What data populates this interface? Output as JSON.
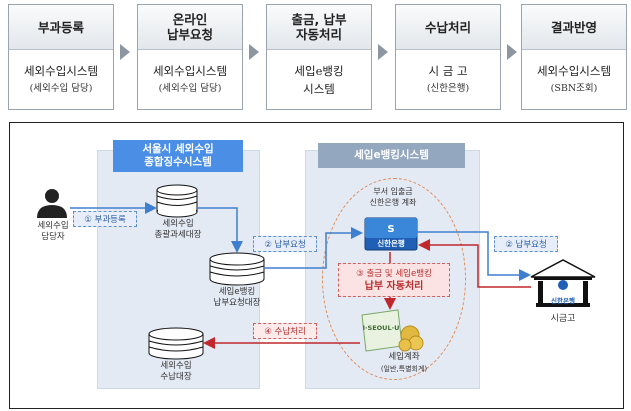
{
  "steps": [
    {
      "title": "부과등록",
      "body": "세외수입시스템",
      "sub": "(세외수입 담당)"
    },
    {
      "title": "온라인\n납부요청",
      "body": "세외수입시스템",
      "sub": "(세외수입 담당)"
    },
    {
      "title": "출금, 납부\n자동처리",
      "body": "세입e뱅킹\n시스템",
      "sub": ""
    },
    {
      "title": "수납처리",
      "body": "시 금 고",
      "sub": "(신한은행)"
    },
    {
      "title": "결과반영",
      "body": "세외수입시스템",
      "sub": "(SBN조회)"
    }
  ],
  "diagram": {
    "left_panel_title": "서울시 세외수입\n종합징수시스템",
    "right_panel_title": "세입e뱅킹시스템",
    "actor_label": "세외수입\n담당자",
    "db1_label": "세외수입\n총괄과세대장",
    "db2_label": "세입e뱅킹\n납부요청대장",
    "db3_label": "세외수입\n수납대장",
    "account_label": "부서 입출금\n신한은행 계좌",
    "bank_card_label": "신한은행",
    "tax_account_label": "세입계좌",
    "tax_account_sub": "(일반,특별회계)",
    "card_brand": "I·SEOUL·U",
    "bank_building_label": "시금고",
    "bank_sign": "신한은행",
    "step1_tag": "① 부과등록",
    "step2_tag": "② 납부요청",
    "step2b_tag": "② 납부요청",
    "step3_line1": "③ 출금 및 세입e뱅킹",
    "step3_line2": "납부 자동처리",
    "step4_tag": "④ 수납처리"
  },
  "colors": {
    "panel_title": "#4a8ee6",
    "blue_arrow": "#3f7fcf",
    "red_arrow": "#c0282d"
  }
}
